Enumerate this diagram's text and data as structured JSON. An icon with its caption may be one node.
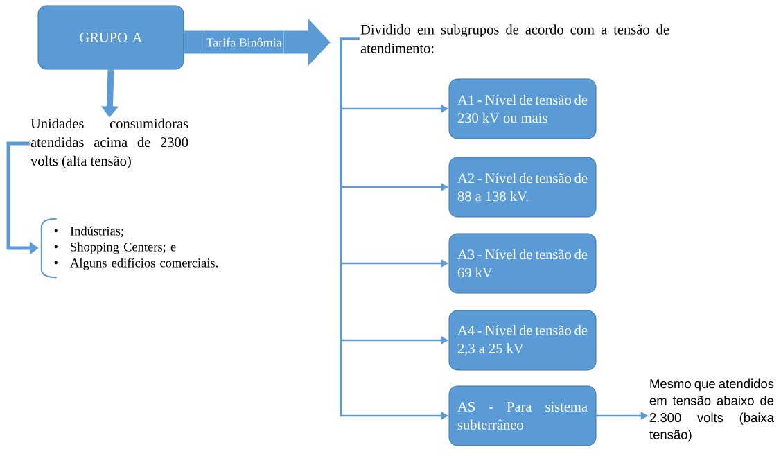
{
  "diagram": {
    "nodes": [
      {
        "text": [
          "GRUPO A"
        ]
      },
      {
        "text": [
          "Tarifa Binômia"
        ]
      },
      {
        "text": [
          "Dividido em subgrupos de acordo com a tensão de atendimento:"
        ]
      },
      {
        "text": [
          "A1 - Nível de tensão de 230 kV ou mais"
        ]
      },
      {
        "text": [
          "A2 - Nível de tensão de 88 a 138 kV."
        ]
      },
      {
        "text": [
          "A3 - Nível de tensão de 69 kV"
        ]
      },
      {
        "text": [
          "A4 - Nível de tensão de 2,3 a 25 kV"
        ]
      },
      {
        "text": [
          "AS - Para sistema subterrâneo"
        ]
      },
      {
        "text": [
          "Unidades consumidoras atendidas acima de 2300 volts (alta tensão)"
        ]
      },
      {
        "text": [
          "Indústrias;",
          "Shopping Centers; e",
          "Alguns edifícios comerciais."
        ]
      },
      {
        "text": [
          "Mesmo que atendidos em tensão abaixo de 2.300 volts (baixa tensão)"
        ]
      }
    ],
    "edges": [
      {
        "from": 0,
        "to": 8,
        "arrow": "to",
        "style": "thick"
      },
      {
        "from": 0,
        "to": 1,
        "arrow": "none",
        "style": "thick"
      },
      {
        "from": 1,
        "to": 2,
        "arrow": "to",
        "style": "thick"
      },
      {
        "from": 2,
        "to": 3,
        "arrow": "to"
      },
      {
        "from": 2,
        "to": 4,
        "arrow": "to"
      },
      {
        "from": 2,
        "to": 5,
        "arrow": "to"
      },
      {
        "from": 2,
        "to": 6,
        "arrow": "to"
      },
      {
        "from": 2,
        "to": 7,
        "arrow": "to"
      },
      {
        "from": 8,
        "to": 9,
        "arrow": "to",
        "style": "thick"
      },
      {
        "from": 7,
        "to": 10,
        "arrow": "to"
      }
    ],
    "labels": [
      "•",
      "•",
      "•"
    ]
  }
}
